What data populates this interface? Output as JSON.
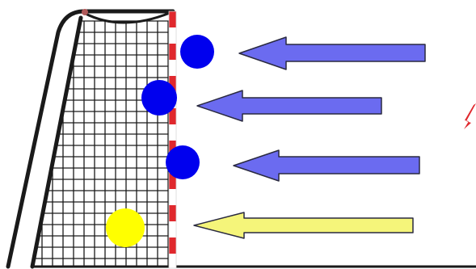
{
  "scene": {
    "background": "#ffffff",
    "net_line_color": "#1a1a1a",
    "post_stripe_colors": [
      "#e0282d",
      "#ffffff"
    ],
    "net_top_knot_color": "#b05a5a",
    "ball_color_blue": "#0000ee",
    "ball_color_yellow": "#ffff00",
    "arrow_fill_blue": "#6b6bf0",
    "arrow_fill_yellow": "#f5f57a",
    "arrow_stroke": "#2a2a40",
    "offscreen_mark_color": "#e0282d"
  },
  "shots": [
    {
      "name": "shot-top",
      "ball_color": "blue",
      "arrow_color": "blue"
    },
    {
      "name": "shot-upper-middle",
      "ball_color": "blue",
      "arrow_color": "blue"
    },
    {
      "name": "shot-lower-middle",
      "ball_color": "blue",
      "arrow_color": "blue"
    },
    {
      "name": "shot-bottom",
      "ball_color": "yellow",
      "arrow_color": "yellow"
    }
  ]
}
